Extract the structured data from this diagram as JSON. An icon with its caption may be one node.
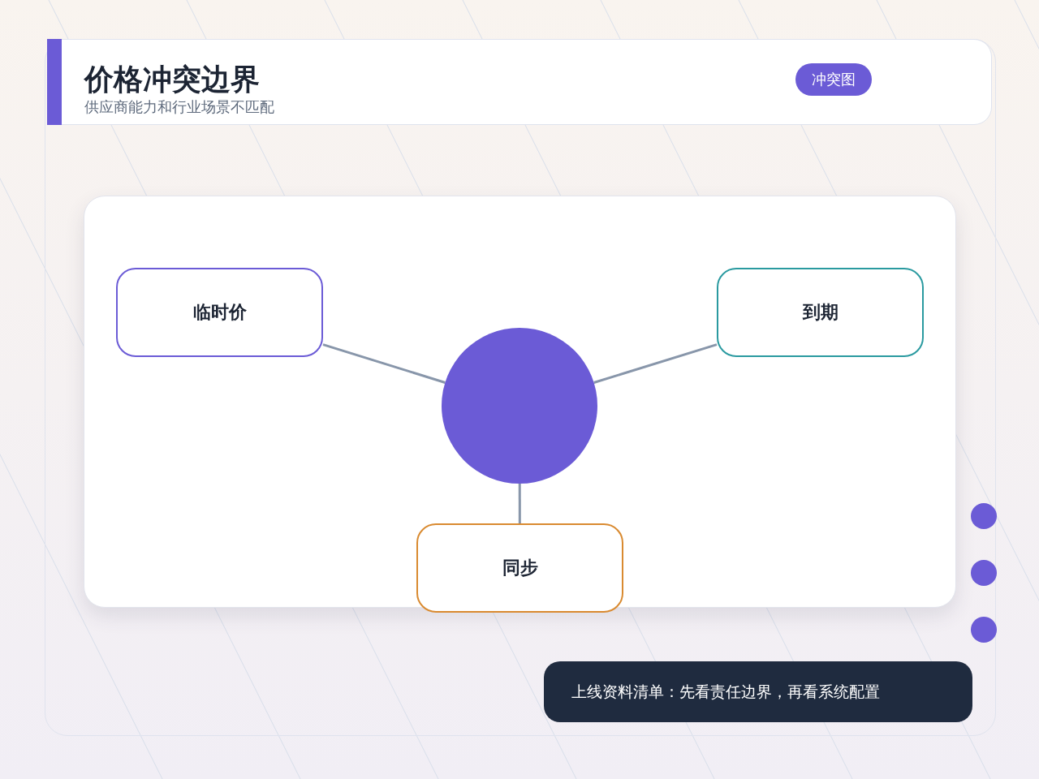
{
  "diagram": {
    "title": "价格冲突边界",
    "nodes": [
      {
        "text": [
          "临时价"
        ]
      },
      {
        "text": [
          "到期"
        ]
      },
      {
        "text": [],
        "shape": "circle"
      },
      {
        "text": [
          "同步"
        ]
      }
    ],
    "edges": [
      {
        "from": 2,
        "to": 0,
        "arrow": "none"
      },
      {
        "from": 2,
        "to": 1,
        "arrow": "none"
      },
      {
        "from": 2,
        "to": 3,
        "arrow": "none"
      }
    ],
    "labels": [
      "供应商能力和行业场景不匹配",
      "冲突图",
      "上线资料清单：先看责任边界，再看系统配置"
    ]
  }
}
